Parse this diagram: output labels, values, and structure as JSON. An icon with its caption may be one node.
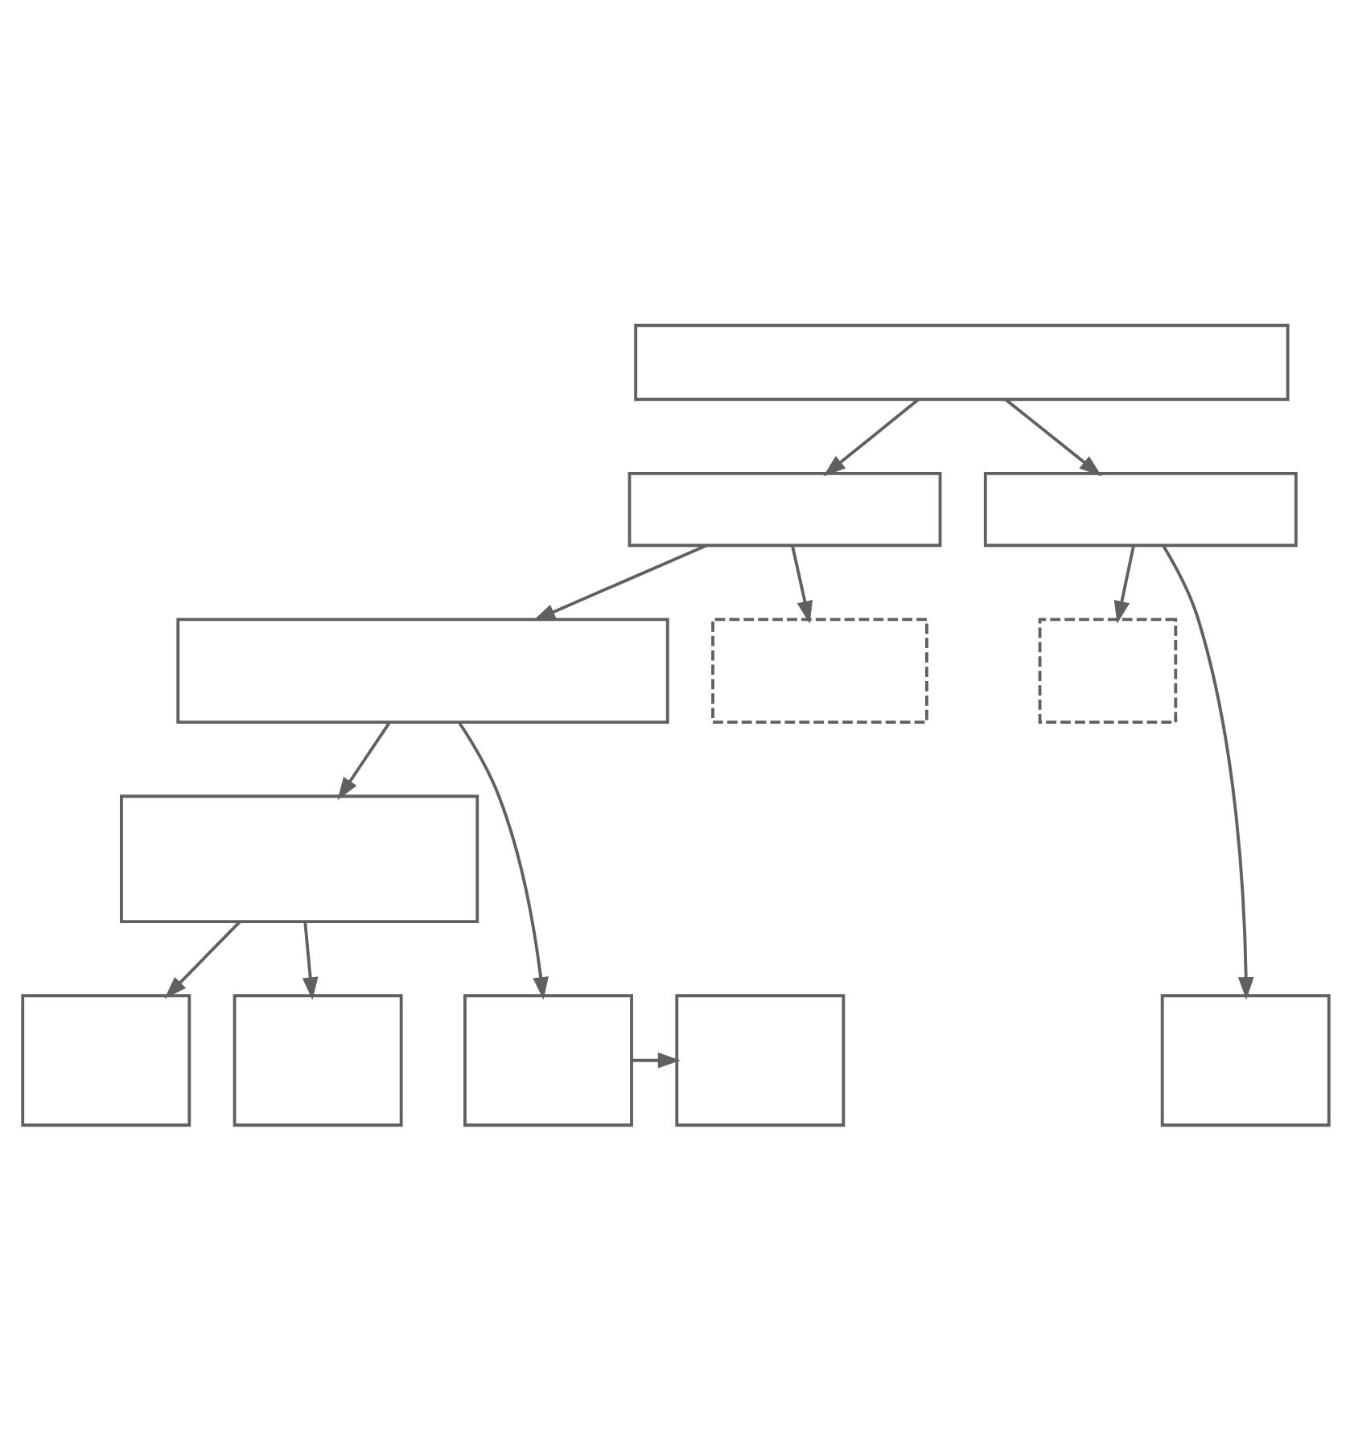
{
  "diagram": {
    "nodes": [
      {
        "text": [],
        "shape": "box"
      },
      {
        "text": [],
        "shape": "box"
      },
      {
        "text": [],
        "shape": "box"
      },
      {
        "text": [],
        "shape": "box"
      },
      {
        "text": [],
        "shape": "box"
      },
      {
        "text": [],
        "shape": "box"
      },
      {
        "text": [],
        "shape": "box"
      },
      {
        "text": [],
        "shape": "box"
      },
      {
        "text": [],
        "shape": "box"
      },
      {
        "text": [],
        "shape": "box"
      },
      {
        "text": [],
        "shape": "box"
      },
      {
        "text": [],
        "shape": "box"
      }
    ],
    "edges": [
      {
        "from": 0,
        "to": 1,
        "arrow": "to"
      },
      {
        "from": 0,
        "to": 2,
        "arrow": "to"
      },
      {
        "from": 1,
        "to": 3,
        "arrow": "to"
      },
      {
        "from": 1,
        "to": 4,
        "arrow": "to"
      },
      {
        "from": 2,
        "to": 11,
        "arrow": "to"
      },
      {
        "from": 2,
        "to": 5,
        "arrow": "to"
      },
      {
        "from": 3,
        "to": 6,
        "arrow": "to"
      },
      {
        "from": 3,
        "to": 9,
        "arrow": "to"
      },
      {
        "from": 6,
        "to": 7,
        "arrow": "to"
      },
      {
        "from": 6,
        "to": 8,
        "arrow": "to"
      },
      {
        "from": 9,
        "to": 10,
        "arrow": "to"
      }
    ]
  }
}
